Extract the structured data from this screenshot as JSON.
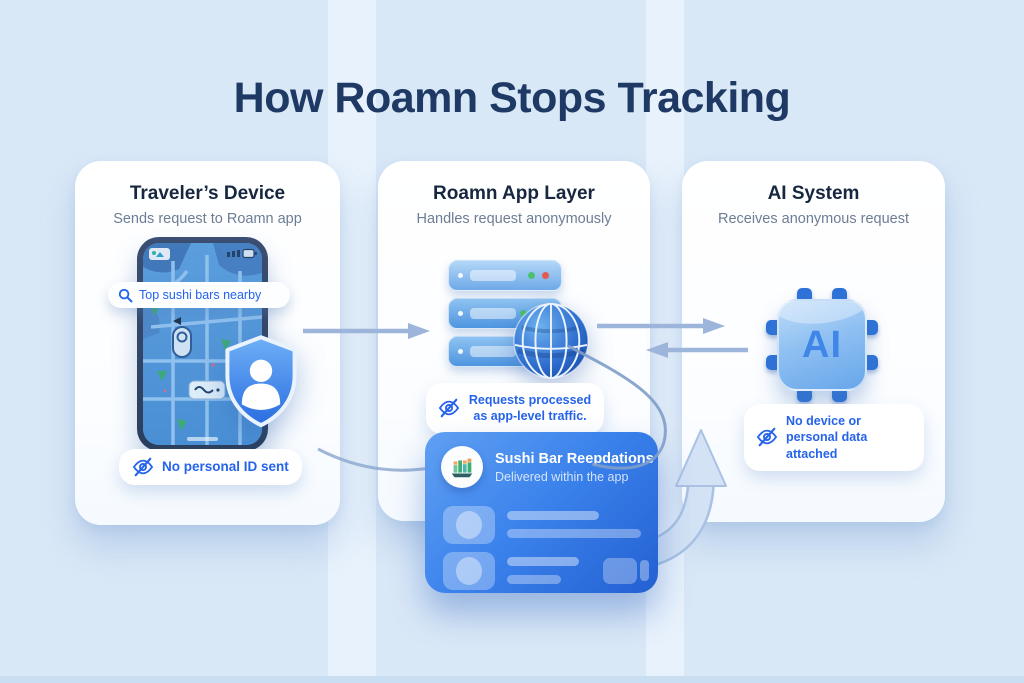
{
  "title": "How Roamn Stops Tracking",
  "panels": [
    {
      "title": "Traveler’s Device",
      "subtitle": "Sends request to Roamn app",
      "phone_search": "Top sushi bars nearby",
      "badge": "No personal ID sent"
    },
    {
      "title": "Roamn App Layer",
      "subtitle": "Handles request anonymously",
      "badge": "Requests processed as app-level traffic."
    },
    {
      "title": "AI System",
      "subtitle": "Receives anonymous request",
      "chip_label": "AI",
      "badge": "No device or personal data attached"
    }
  ],
  "result_card": {
    "title": "Sushi Bar Reepdations",
    "subtitle": "Delivered within the app"
  },
  "icons": {
    "search": "magnifier",
    "privacy": "eye-slash",
    "shield_user": "shield-person",
    "server": "server-stack",
    "globe": "globe",
    "chip": "ai-chip",
    "result": "bar-chart-counter",
    "arrow": "flow-arrow"
  },
  "colors": {
    "background": "#d9e8f7",
    "title_text": "#1e3a64",
    "accent_blue": "#2563eb",
    "panel_bg": "#ffffff",
    "subtitle_text": "#6c7d95",
    "arrow": "#9db5da",
    "card_gradient_start": "#60a0f2",
    "card_gradient_end": "#2360d2"
  }
}
